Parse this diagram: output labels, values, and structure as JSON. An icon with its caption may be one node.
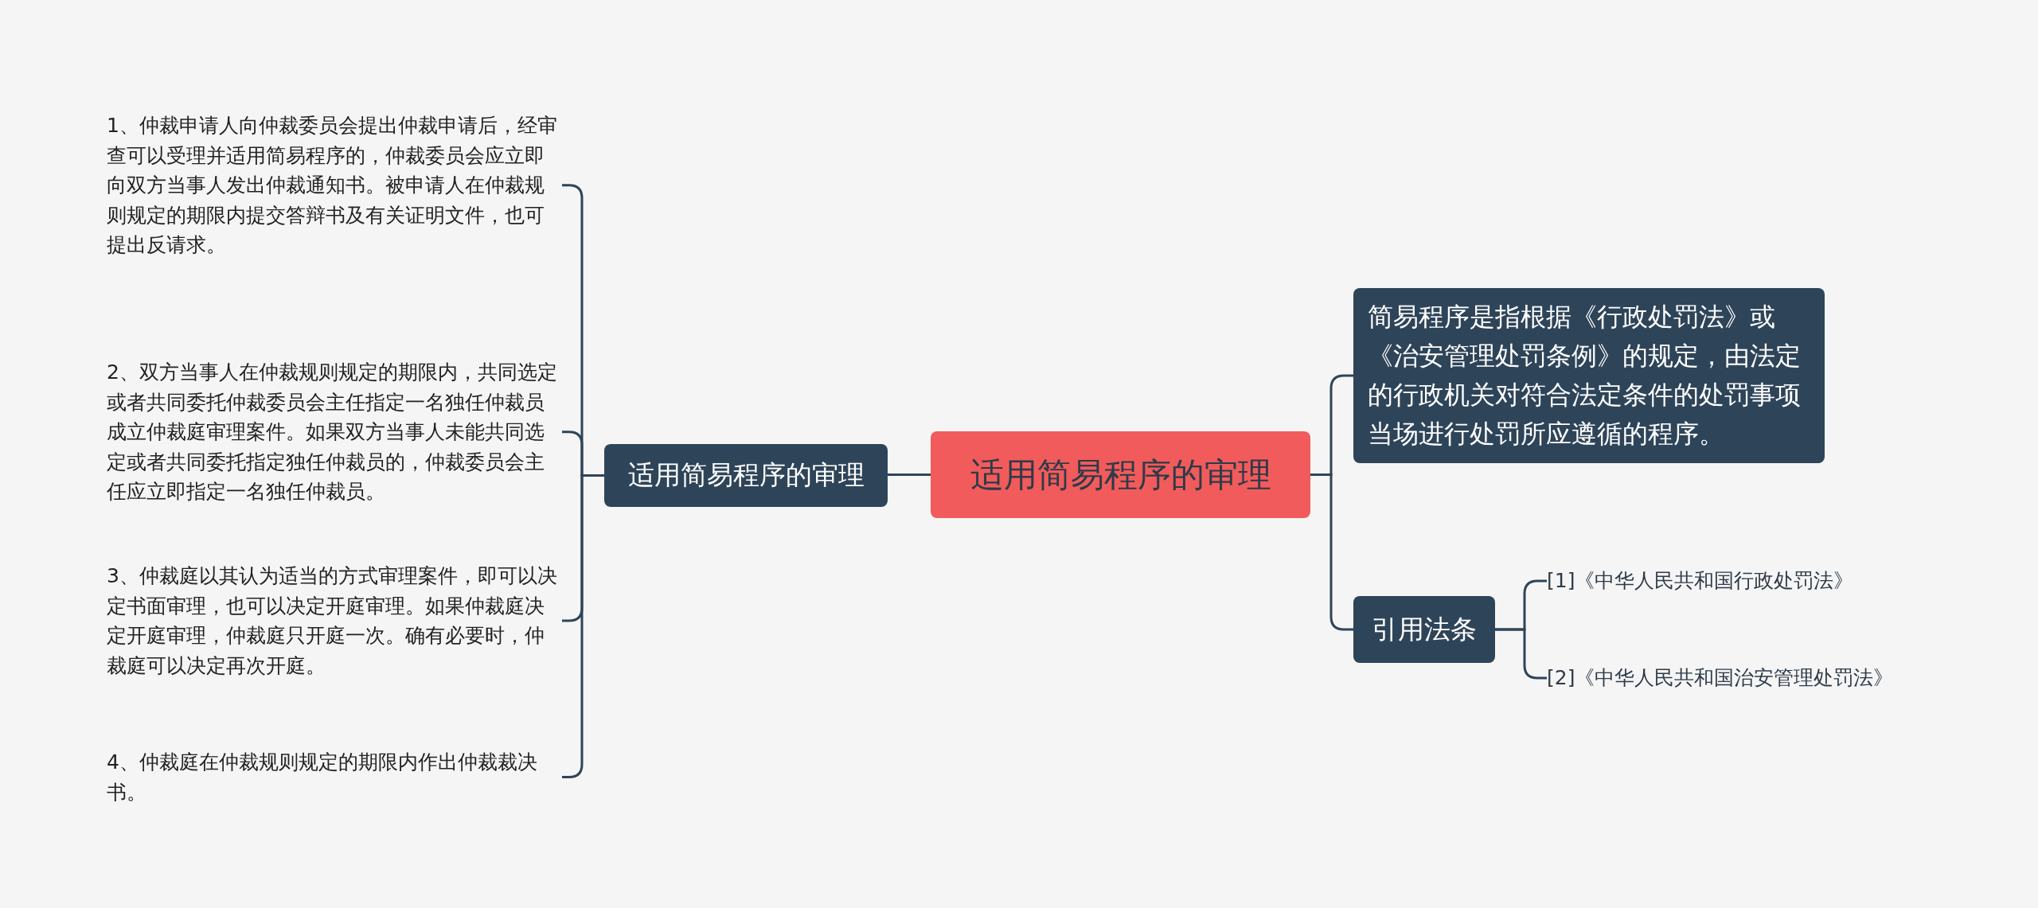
{
  "diagram": {
    "nodes": [
      {
        "text": [
          "适用简易程序的审理"
        ]
      },
      {
        "text": [
          "适用简易程序的审理"
        ]
      },
      {
        "text": [
          "1、仲裁申请人向仲裁委员会提出仲裁申请后，经审查可以受理并适用简易程序的，仲裁委员会应立即向双方当事人发出仲裁通知书。被申请人在仲裁规则规定的期限内提交答辩书及有关证明文件，也可提出反请求。"
        ]
      },
      {
        "text": [
          "2、双方当事人在仲裁规则规定的期限内，共同选定或者共同委托仲裁委员会主任指定一名独任仲裁员成立仲裁庭审理案件。如果双方当事人未能共同选定或者共同委托指定独任仲裁员的，仲裁委员会主任应立即指定一名独任仲裁员。"
        ]
      },
      {
        "text": [
          "3、仲裁庭以其认为适当的方式审理案件，即可以决定书面审理，也可以决定开庭审理。如果仲裁庭决定开庭审理，仲裁庭只开庭一次。确有必要时，仲裁庭可以决定再次开庭。"
        ]
      },
      {
        "text": [
          "4、仲裁庭在仲裁规则规定的期限内作出仲裁裁决书。"
        ]
      },
      {
        "text": [
          "简易程序是指根据《行政处罚法》或《治安管理处罚条例》的规定，由法定的行政机关对符合法定条件的处罚事项当场进行处罚所应遵循的程序。"
        ]
      },
      {
        "text": [
          "引用法条"
        ]
      },
      {
        "text": [
          "[1]《中华人民共和国行政处罚法》"
        ]
      },
      {
        "text": [
          "[2]《中华人民共和国治安管理处罚法》"
        ]
      }
    ],
    "edges": [
      {
        "from": 0,
        "to": 1,
        "arrow": "none"
      },
      {
        "from": 1,
        "to": 2,
        "arrow": "none"
      },
      {
        "from": 1,
        "to": 3,
        "arrow": "none"
      },
      {
        "from": 1,
        "to": 4,
        "arrow": "none"
      },
      {
        "from": 1,
        "to": 5,
        "arrow": "none"
      },
      {
        "from": 0,
        "to": 6,
        "arrow": "none"
      },
      {
        "from": 0,
        "to": 7,
        "arrow": "none"
      },
      {
        "from": 7,
        "to": 8,
        "arrow": "none"
      },
      {
        "from": 7,
        "to": 9,
        "arrow": "none"
      }
    ]
  }
}
